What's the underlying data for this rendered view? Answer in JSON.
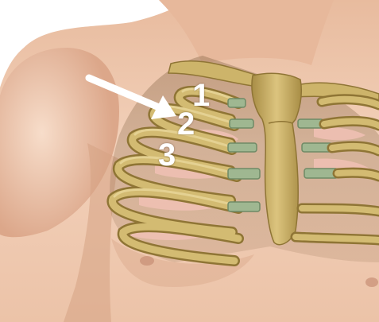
{
  "figure": {
    "rib_labels": [
      "1",
      "2",
      "3"
    ],
    "colors": {
      "skin_light": "#f3d3bd",
      "skin_mid": "#e2b293",
      "skin_shadow": "#c58d6f",
      "bone": "#cdb46a",
      "bone_dark": "#9e853f",
      "bone_light": "#e3cf8c",
      "cartilage": "#9fb791",
      "cartilage_dark": "#6f8a66",
      "lung": "#f1c1b5",
      "arrow": "#ffffff"
    },
    "icons": [
      "pointer-arrow-icon"
    ]
  }
}
